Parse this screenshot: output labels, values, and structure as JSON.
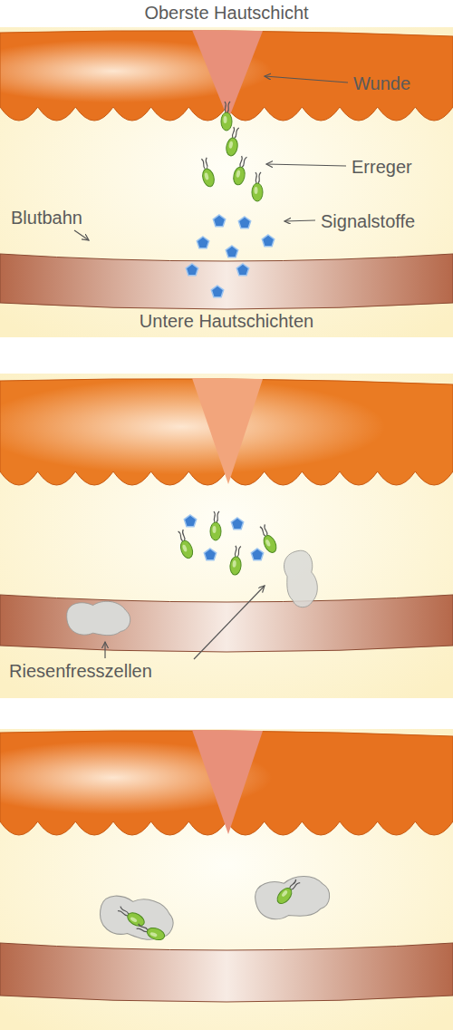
{
  "diagram": {
    "labels": [
      "Oberste Hautschicht",
      "Wunde",
      "Erreger",
      "Signalstoffe",
      "Blutbahn",
      "Untere Hautschichten",
      "Riesenfresszellen"
    ]
  }
}
